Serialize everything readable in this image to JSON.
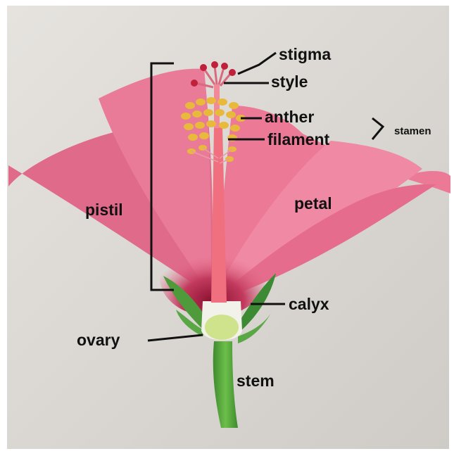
{
  "labels": {
    "stigma": "stigma",
    "style": "style",
    "anther": "anther",
    "filament": "filament",
    "stamen": "stamen",
    "pistil": "pistil",
    "petal": "petal",
    "calyx": "calyx",
    "ovary": "ovary",
    "stem": "stem"
  },
  "colors": {
    "petal": "#e8708e",
    "petal_dark": "#b8204a",
    "stem": "#4f9a3a",
    "sepal": "#3d8a35",
    "anther": "#e8b93a",
    "stigma": "#c0203a",
    "background": "#d9d6d2"
  }
}
